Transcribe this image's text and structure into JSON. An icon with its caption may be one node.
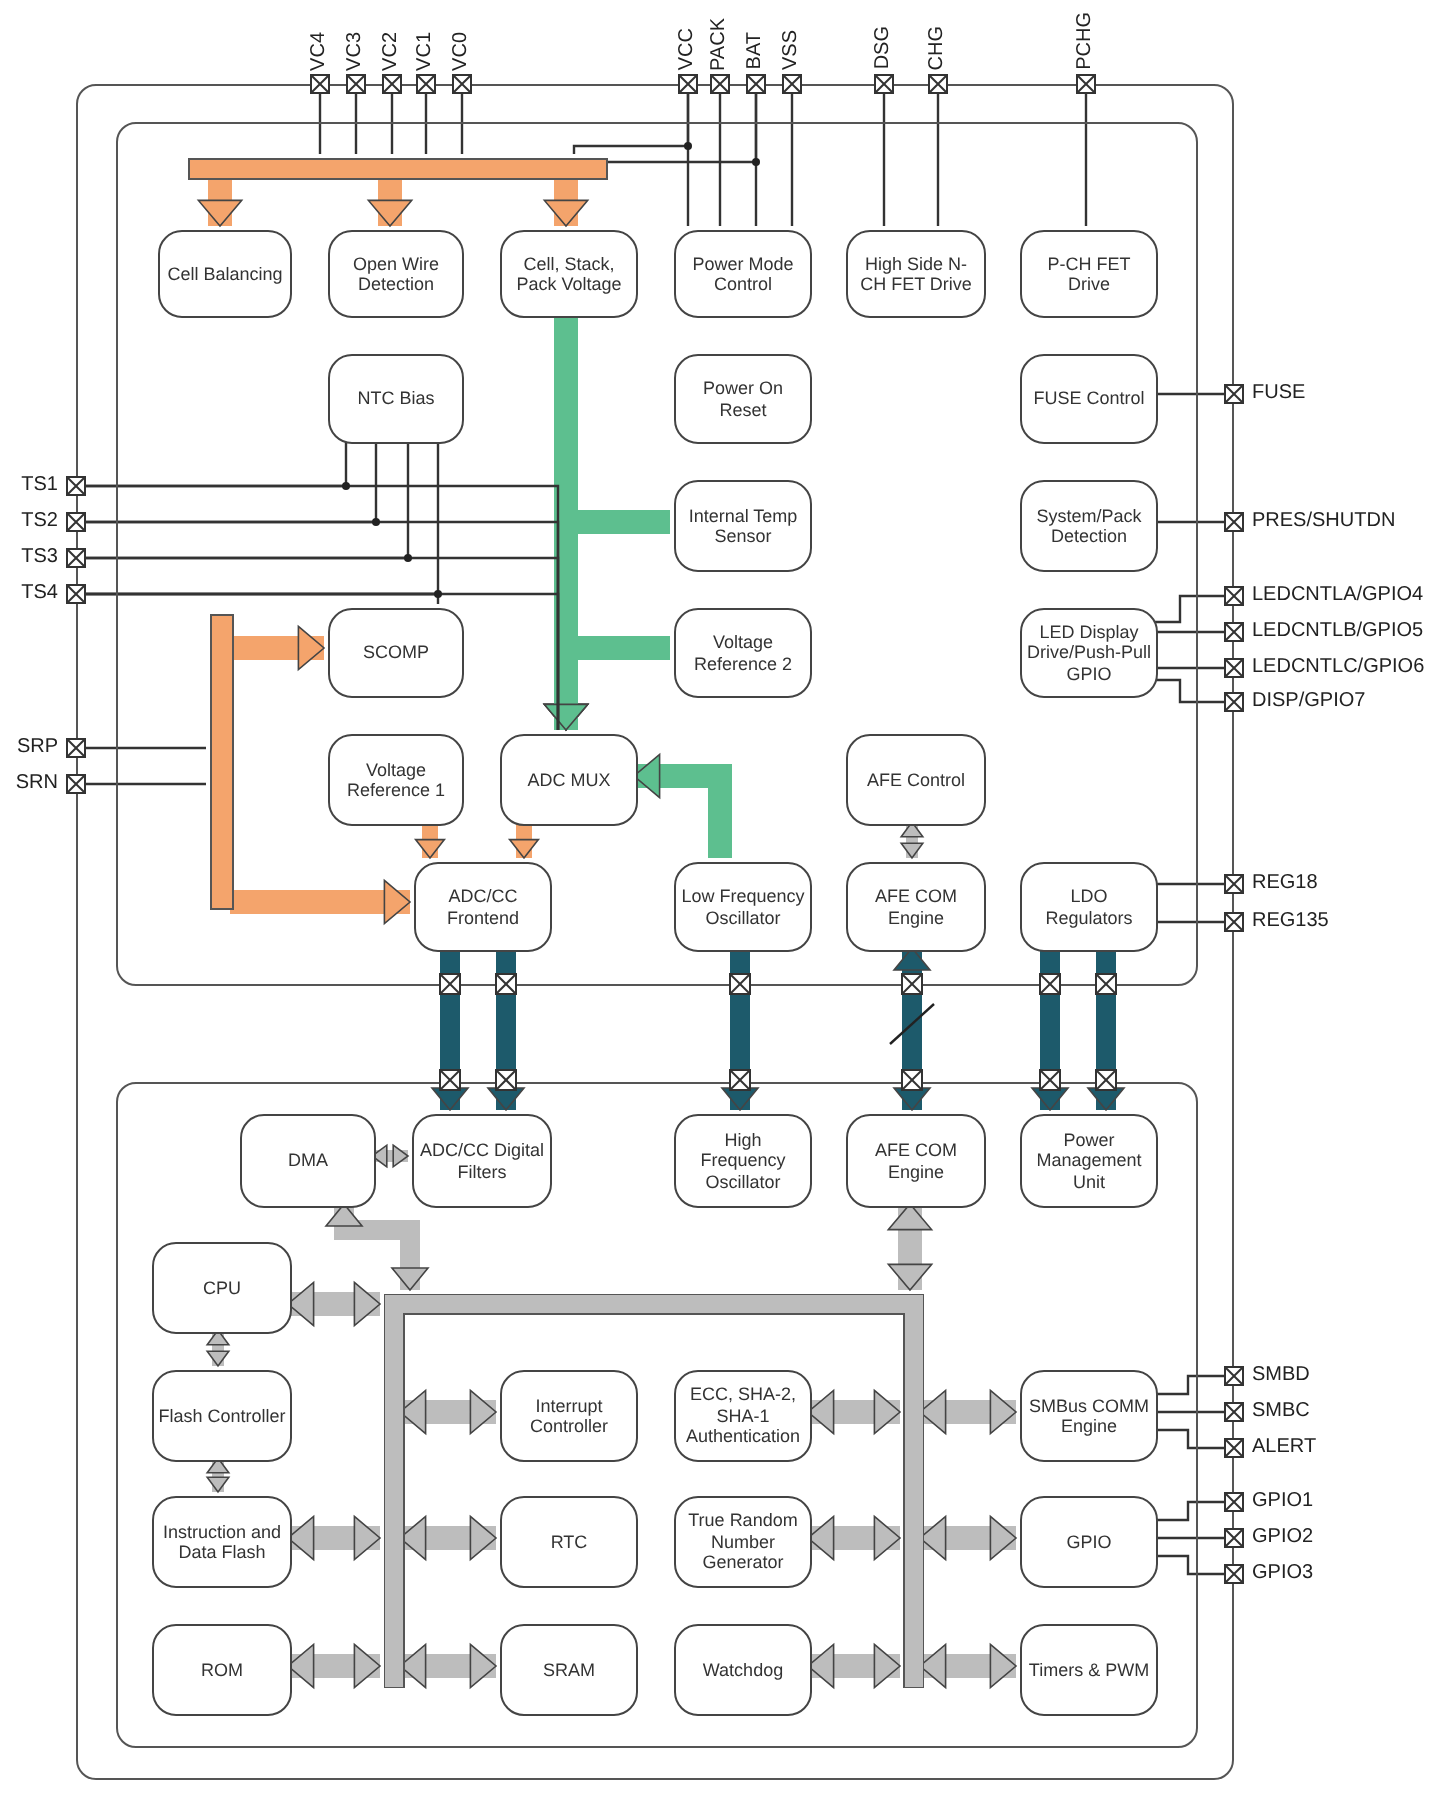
{
  "diagram": {
    "nodes": [
      {
        "text": [],
        "shape": "box"
      },
      {
        "text": [],
        "shape": "box",
        "in": 0
      },
      {
        "text": [],
        "shape": "box",
        "beside": [
          "VC4"
        ]
      },
      {
        "text": [],
        "shape": "box",
        "beside": [
          "VC3"
        ]
      },
      {
        "text": [],
        "shape": "box",
        "beside": [
          "VC2"
        ]
      },
      {
        "text": [],
        "shape": "box",
        "beside": [
          "VC1"
        ]
      },
      {
        "text": [],
        "shape": "box",
        "beside": [
          "VC0"
        ]
      },
      {
        "text": [],
        "shape": "box",
        "beside": [
          "VCC"
        ]
      },
      {
        "text": [],
        "shape": "box",
        "beside": [
          "PACK"
        ]
      },
      {
        "text": [],
        "shape": "box",
        "beside": [
          "BAT"
        ]
      },
      {
        "text": [],
        "shape": "box",
        "beside": [
          "VSS"
        ]
      },
      {
        "text": [],
        "shape": "box",
        "beside": [
          "DSG"
        ]
      },
      {
        "text": [],
        "shape": "box",
        "beside": [
          "CHG"
        ]
      },
      {
        "text": [],
        "shape": "box",
        "beside": [
          "PCHG"
        ]
      },
      {
        "text": [],
        "shape": "bar",
        "in": 1
      },
      {
        "text": [
          "Cell Balancing"
        ],
        "in": 1
      },
      {
        "text": [
          "Open Wire Detection"
        ],
        "in": 1
      },
      {
        "text": [
          "Cell, Stack, Pack Voltage"
        ],
        "in": 1
      },
      {
        "text": [
          "Power Mode Control"
        ],
        "in": 1
      },
      {
        "text": [
          "High Side N-CH FET Drive"
        ],
        "in": 1
      },
      {
        "text": [
          "P-CH FET Drive"
        ],
        "in": 1
      },
      {
        "text": [
          "NTC Bias"
        ],
        "in": 1
      },
      {
        "text": [
          "Power On Reset"
        ],
        "in": 1
      },
      {
        "text": [
          "FUSE Control"
        ],
        "in": 1
      },
      {
        "text": [
          "Internal Temp Sensor"
        ],
        "in": 1
      },
      {
        "text": [
          "System/Pack Detection"
        ],
        "in": 1
      },
      {
        "text": [
          "SCOMP"
        ],
        "in": 1
      },
      {
        "text": [
          "Voltage Reference 2"
        ],
        "in": 1
      },
      {
        "text": [
          "LED Display Drive/Push-Pull GPIO"
        ],
        "in": 1
      },
      {
        "text": [],
        "shape": "bar",
        "in": 1
      },
      {
        "text": [
          "Voltage Reference 1"
        ],
        "in": 1
      },
      {
        "text": [
          "ADC MUX"
        ],
        "in": 1
      },
      {
        "text": [
          "AFE Control"
        ],
        "in": 1
      },
      {
        "text": [
          "ADC/CC Frontend"
        ],
        "in": 1
      },
      {
        "text": [
          "Low Frequency Oscillator"
        ],
        "in": 1
      },
      {
        "text": [
          "AFE COM Engine"
        ],
        "in": 1
      },
      {
        "text": [
          "LDO Regulators"
        ],
        "in": 1
      },
      {
        "text": [],
        "shape": "box",
        "beside": [
          "TS1"
        ]
      },
      {
        "text": [],
        "shape": "box",
        "beside": [
          "TS2"
        ]
      },
      {
        "text": [],
        "shape": "box",
        "beside": [
          "TS3"
        ]
      },
      {
        "text": [],
        "shape": "box",
        "beside": [
          "TS4"
        ]
      },
      {
        "text": [],
        "shape": "box",
        "beside": [
          "SRP"
        ]
      },
      {
        "text": [],
        "shape": "box",
        "beside": [
          "SRN"
        ]
      },
      {
        "text": [],
        "shape": "box",
        "beside": [
          "FUSE"
        ]
      },
      {
        "text": [],
        "shape": "box",
        "beside": [
          "PRES/SHUTDN"
        ]
      },
      {
        "text": [],
        "shape": "box",
        "beside": [
          "LEDCNTLA/GPIO4"
        ]
      },
      {
        "text": [],
        "shape": "box",
        "beside": [
          "LEDCNTLB/GPIO5"
        ]
      },
      {
        "text": [],
        "shape": "box",
        "beside": [
          "LEDCNTLC/GPIO6"
        ]
      },
      {
        "text": [],
        "shape": "box",
        "beside": [
          "DISP/GPIO7"
        ]
      },
      {
        "text": [],
        "shape": "box",
        "beside": [
          "REG18"
        ]
      },
      {
        "text": [],
        "shape": "box",
        "beside": [
          "REG135"
        ]
      },
      {
        "text": [],
        "shape": "box",
        "in": 0
      },
      {
        "text": [
          "DMA"
        ],
        "in": 51
      },
      {
        "text": [
          "ADC/CC Digital Filters"
        ],
        "in": 51
      },
      {
        "text": [
          "High Frequency Oscillator"
        ],
        "in": 51
      },
      {
        "text": [
          "AFE COM Engine"
        ],
        "in": 51
      },
      {
        "text": [
          "Power Management Unit"
        ],
        "in": 51
      },
      {
        "text": [
          "CPU"
        ],
        "in": 51
      },
      {
        "text": [],
        "shape": "bar",
        "in": 51
      },
      {
        "text": [
          "Flash Controller"
        ],
        "in": 51
      },
      {
        "text": [
          "Interrupt Controller"
        ],
        "in": 51
      },
      {
        "text": [
          "ECC, SHA-2, SHA-1 Authentication"
        ],
        "in": 51
      },
      {
        "text": [
          "SMBus COMM Engine"
        ],
        "in": 51
      },
      {
        "text": [
          "Instruction and Data Flash"
        ],
        "in": 51
      },
      {
        "text": [
          "RTC"
        ],
        "in": 51
      },
      {
        "text": [
          "True Random Number Generator"
        ],
        "in": 51
      },
      {
        "text": [
          "GPIO"
        ],
        "in": 51
      },
      {
        "text": [
          "ROM"
        ],
        "in": 51
      },
      {
        "text": [
          "SRAM"
        ],
        "in": 51
      },
      {
        "text": [
          "Watchdog"
        ],
        "in": 51
      },
      {
        "text": [
          "Timers & PWM"
        ],
        "in": 51
      },
      {
        "text": [],
        "shape": "box",
        "beside": [
          "SMBD"
        ]
      },
      {
        "text": [],
        "shape": "box",
        "beside": [
          "SMBC"
        ]
      },
      {
        "text": [],
        "shape": "box",
        "beside": [
          "ALERT"
        ]
      },
      {
        "text": [],
        "shape": "box",
        "beside": [
          "GPIO1"
        ]
      },
      {
        "text": [],
        "shape": "box",
        "beside": [
          "GPIO2"
        ]
      },
      {
        "text": [],
        "shape": "box",
        "beside": [
          "GPIO3"
        ]
      }
    ],
    "edges": [
      {
        "from": 2,
        "to": 14,
        "arrow": "none"
      },
      {
        "from": 3,
        "to": 14,
        "arrow": "none"
      },
      {
        "from": 4,
        "to": 14,
        "arrow": "none"
      },
      {
        "from": 5,
        "to": 14,
        "arrow": "none"
      },
      {
        "from": 6,
        "to": 14,
        "arrow": "none"
      },
      {
        "from": 7,
        "to": 14,
        "arrow": "none"
      },
      {
        "from": 9,
        "to": 14,
        "arrow": "none"
      },
      {
        "from": 7,
        "to": 18,
        "arrow": "none"
      },
      {
        "from": 8,
        "to": 18,
        "arrow": "none"
      },
      {
        "from": 9,
        "to": 18,
        "arrow": "none"
      },
      {
        "from": 10,
        "to": 18,
        "arrow": "none"
      },
      {
        "from": 11,
        "to": 19,
        "arrow": "none"
      },
      {
        "from": 12,
        "to": 19,
        "arrow": "none"
      },
      {
        "from": 13,
        "to": 20,
        "arrow": "none"
      },
      {
        "from": 14,
        "to": 15,
        "arrow": "to",
        "style": "thick",
        "color": "#f4a46c"
      },
      {
        "from": 14,
        "to": 16,
        "arrow": "to",
        "style": "thick",
        "color": "#f4a46c"
      },
      {
        "from": 14,
        "to": 17,
        "arrow": "to",
        "style": "thick",
        "color": "#f4a46c"
      },
      {
        "from": 17,
        "to": 31,
        "arrow": "to",
        "style": "thick",
        "color": "#5dbf8f"
      },
      {
        "from": 24,
        "to": 31,
        "arrow": "to",
        "style": "thick",
        "color": "#5dbf8f"
      },
      {
        "from": 27,
        "to": 31,
        "arrow": "to",
        "style": "thick",
        "color": "#5dbf8f"
      },
      {
        "from": 34,
        "to": 31,
        "arrow": "to",
        "style": "thick",
        "color": "#5dbf8f"
      },
      {
        "from": 21,
        "to": 37,
        "arrow": "none"
      },
      {
        "from": 21,
        "to": 38,
        "arrow": "none"
      },
      {
        "from": 21,
        "to": 39,
        "arrow": "none"
      },
      {
        "from": 21,
        "to": 40,
        "arrow": "none"
      },
      {
        "from": 37,
        "to": 31,
        "arrow": "none"
      },
      {
        "from": 38,
        "to": 31,
        "arrow": "none"
      },
      {
        "from": 39,
        "to": 31,
        "arrow": "none"
      },
      {
        "from": 40,
        "to": 31,
        "arrow": "none"
      },
      {
        "from": 40,
        "to": 26,
        "arrow": "none"
      },
      {
        "from": 41,
        "to": 29,
        "arrow": "none"
      },
      {
        "from": 42,
        "to": 29,
        "arrow": "none"
      },
      {
        "from": 29,
        "to": 26,
        "arrow": "to",
        "style": "thick",
        "color": "#f4a46c"
      },
      {
        "from": 29,
        "to": 33,
        "arrow": "to",
        "style": "thick",
        "color": "#f4a46c"
      },
      {
        "from": 30,
        "to": 33,
        "arrow": "to",
        "style": "thick",
        "color": "#f4a46c"
      },
      {
        "from": 31,
        "to": 33,
        "arrow": "to",
        "style": "thick",
        "color": "#f4a46c"
      },
      {
        "from": 32,
        "to": 35,
        "arrow": "both",
        "style": "thick",
        "color": "#bdbdbd"
      },
      {
        "from": 23,
        "to": 43,
        "arrow": "none"
      },
      {
        "from": 25,
        "to": 44,
        "arrow": "none"
      },
      {
        "from": 28,
        "to": 45,
        "arrow": "none"
      },
      {
        "from": 28,
        "to": 46,
        "arrow": "none"
      },
      {
        "from": 28,
        "to": 47,
        "arrow": "none"
      },
      {
        "from": 28,
        "to": 48,
        "arrow": "none"
      },
      {
        "from": 36,
        "to": 49,
        "arrow": "none"
      },
      {
        "from": 36,
        "to": 50,
        "arrow": "none"
      },
      {
        "from": 33,
        "to": 53,
        "arrow": "to",
        "style": "thick",
        "color": "#1d5a6b"
      },
      {
        "from": 33,
        "to": 53,
        "arrow": "to",
        "style": "thick",
        "color": "#1d5a6b"
      },
      {
        "from": 34,
        "to": 54,
        "arrow": "to",
        "style": "thick",
        "color": "#1d5a6b"
      },
      {
        "from": 35,
        "to": 55,
        "arrow": "both",
        "style": "thick",
        "color": "#1d5a6b"
      },
      {
        "from": 36,
        "to": 56,
        "arrow": "to",
        "style": "thick",
        "color": "#1d5a6b"
      },
      {
        "from": 36,
        "to": 56,
        "arrow": "to",
        "style": "thick",
        "color": "#1d5a6b"
      },
      {
        "from": 52,
        "to": 53,
        "arrow": "both",
        "style": "thick",
        "color": "#bdbdbd"
      },
      {
        "from": 52,
        "to": 58,
        "arrow": "both",
        "style": "thick",
        "color": "#bdbdbd"
      },
      {
        "from": 57,
        "to": 59,
        "arrow": "both",
        "style": "thick",
        "color": "#bdbdbd"
      },
      {
        "from": 59,
        "to": 63,
        "arrow": "both",
        "style": "thick",
        "color": "#bdbdbd"
      },
      {
        "from": 57,
        "to": 58,
        "arrow": "both",
        "style": "thick",
        "color": "#bdbdbd"
      },
      {
        "from": 63,
        "to": 58,
        "arrow": "both",
        "style": "thick",
        "color": "#bdbdbd"
      },
      {
        "from": 67,
        "to": 58,
        "arrow": "both",
        "style": "thick",
        "color": "#bdbdbd"
      },
      {
        "from": 58,
        "to": 60,
        "arrow": "both",
        "style": "thick",
        "color": "#bdbdbd"
      },
      {
        "from": 58,
        "to": 64,
        "arrow": "both",
        "style": "thick",
        "color": "#bdbdbd"
      },
      {
        "from": 58,
        "to": 68,
        "arrow": "both",
        "style": "thick",
        "color": "#bdbdbd"
      },
      {
        "from": 61,
        "to": 58,
        "arrow": "both",
        "style": "thick",
        "color": "#bdbdbd"
      },
      {
        "from": 65,
        "to": 58,
        "arrow": "both",
        "style": "thick",
        "color": "#bdbdbd"
      },
      {
        "from": 69,
        "to": 58,
        "arrow": "both",
        "style": "thick",
        "color": "#bdbdbd"
      },
      {
        "from": 58,
        "to": 62,
        "arrow": "both",
        "style": "thick",
        "color": "#bdbdbd"
      },
      {
        "from": 58,
        "to": 66,
        "arrow": "both",
        "style": "thick",
        "color": "#bdbdbd"
      },
      {
        "from": 58,
        "to": 70,
        "arrow": "both",
        "style": "thick",
        "color": "#bdbdbd"
      },
      {
        "from": 55,
        "to": 58,
        "arrow": "both",
        "style": "thick",
        "color": "#bdbdbd"
      },
      {
        "from": 62,
        "to": 71,
        "arrow": "none"
      },
      {
        "from": 62,
        "to": 72,
        "arrow": "none"
      },
      {
        "from": 62,
        "to": 73,
        "arrow": "none"
      },
      {
        "from": 66,
        "to": 74,
        "arrow": "none"
      },
      {
        "from": 66,
        "to": 75,
        "arrow": "none"
      },
      {
        "from": 66,
        "to": 76,
        "arrow": "none"
      }
    ]
  }
}
